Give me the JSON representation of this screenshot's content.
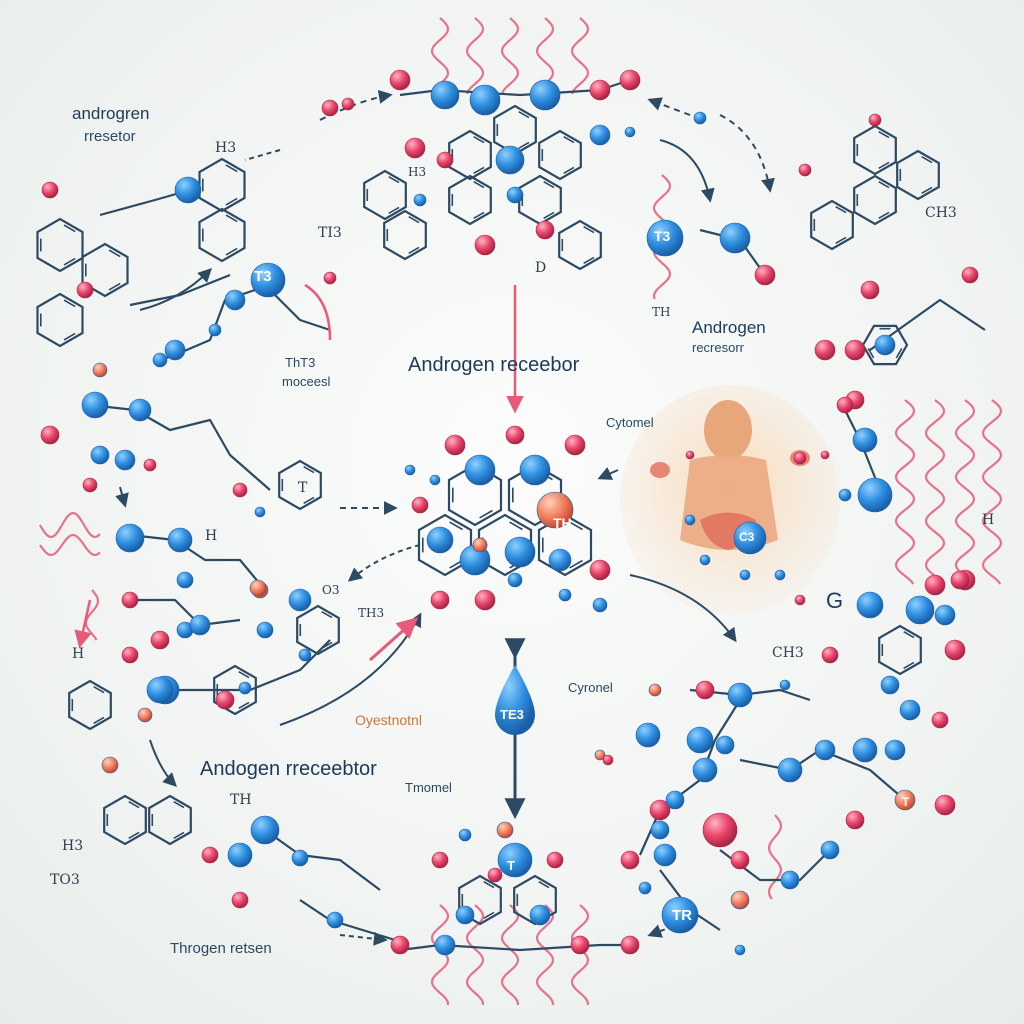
{
  "labels": {
    "tl_title_1": "androgren",
    "tl_title_2": "rresetor",
    "tl_h3": "H3",
    "tl_h3b": "H3",
    "top_t3": "T3",
    "top_tl3": "TI3",
    "top_d": "D",
    "mid_left_1": "ThT3",
    "mid_left_2": "moceesl",
    "center_title": "Androgen receebor",
    "right_1": "Androgen",
    "right_2": "recresorr",
    "right_th": "TH",
    "cytomel_top": "Cytomel",
    "center_node": "TH",
    "r_ch3": "CH3",
    "r_g": "G",
    "r_ch3b": "CH3",
    "r_h": "H",
    "left_h": "H",
    "left_h2": "H",
    "left_t": "T",
    "left_o3": "O3",
    "left_th3": "TH3",
    "oyst": "Oyestnotnl",
    "drop": "TE3",
    "cytomel_bottom": "Cyronel",
    "tmomel": "Tmomel",
    "andogen": "Andogen rreceebtor",
    "bl_th": "TH",
    "bl_h3": "H3",
    "bl_to3": "TO3",
    "throgen": "Throgen retsen",
    "br_tr": "TR",
    "node_t3": "T3",
    "body_c3": "C3",
    "bot_t": "T",
    "br_t": "T"
  },
  "colors": {
    "atom_blue": "#2f8fe0",
    "atom_pink": "#e8466c",
    "bond": "#2d4a63",
    "helix": "#e7728c",
    "arrow_pink": "#e8597a"
  },
  "icons": [
    "molecule-icon",
    "helix-icon",
    "arrow-icon",
    "body-icon",
    "droplet-icon"
  ]
}
